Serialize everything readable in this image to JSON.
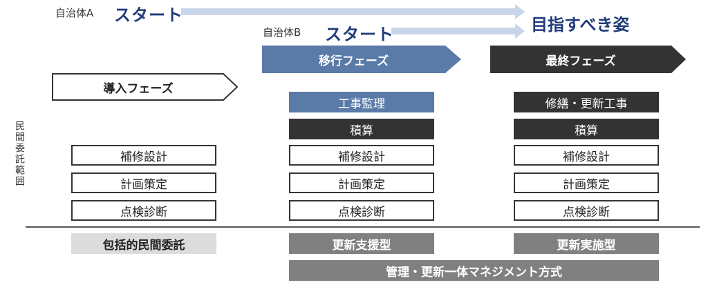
{
  "header": {
    "municipality_a": "自治体A",
    "municipality_b": "自治体B",
    "start_a": "スタート",
    "start_b": "スタート",
    "goal": "目指すべき姿"
  },
  "phases": {
    "intro": "導入フェーズ",
    "transition": "移行フェーズ",
    "final": "最終フェーズ"
  },
  "side_label": "民間委託範囲",
  "columns": {
    "intro": [
      "補修設計",
      "計画策定",
      "点検診断"
    ],
    "transition": [
      "工事監理",
      "積算",
      "補修設計",
      "計画策定",
      "点検診断"
    ],
    "final": [
      "修繕・更新工事",
      "積算",
      "補修設計",
      "計画策定",
      "点検診断"
    ]
  },
  "types": {
    "intro": "包括的民間委託",
    "transition": "更新支援型",
    "final": "更新実施型",
    "combined": "管理・更新一体マネジメント方式"
  },
  "colors": {
    "accent_blue": "#1f3b7a",
    "phase_blue": "#5a7aa8",
    "dark": "#333333",
    "arrow_light": "#c9d6ea"
  }
}
